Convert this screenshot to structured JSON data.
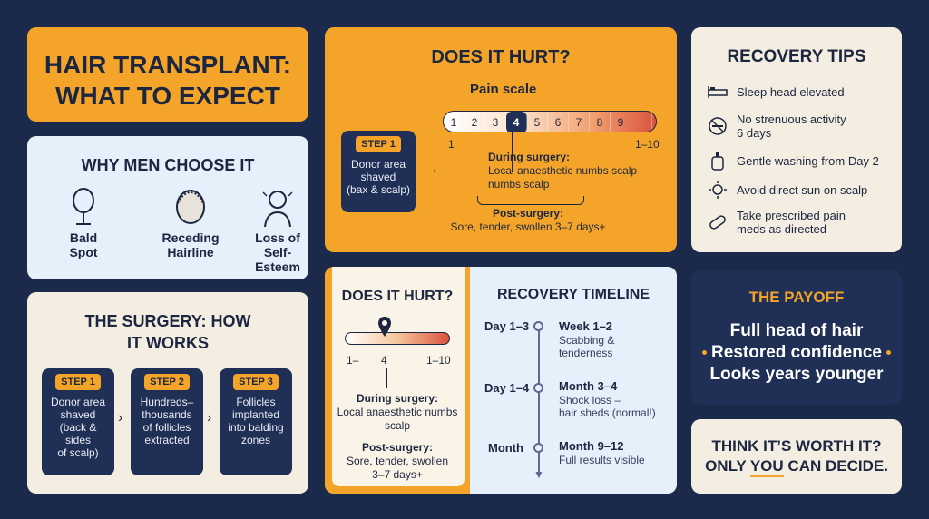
{
  "title_card": {
    "line1": "HAIR TRANSPLANT:",
    "line2": "WHAT TO EXPECT"
  },
  "why": {
    "title": "WHY MEN CHOOSE IT",
    "items": [
      {
        "icon": "mirror-icon",
        "label1": "Bald",
        "label2": "Spot"
      },
      {
        "icon": "receding-hairline-icon",
        "label1": "Receding",
        "label2": "Hairline"
      },
      {
        "icon": "stressed-man-icon",
        "label1": "Loss of",
        "label2": "Self-Esteem"
      }
    ]
  },
  "surgery": {
    "title1": "THE SURGERY: HOW",
    "title2": "IT WORKS",
    "steps": [
      {
        "tag": "STEP 1",
        "l1": "Donor area",
        "l2": "shaved",
        "l3": "(back & sides",
        "l4": "of scalp)"
      },
      {
        "tag": "STEP 2",
        "l1": "Hundreds–",
        "l2": "thousands",
        "l3": "of follicles",
        "l4": "extracted"
      },
      {
        "tag": "STEP 3",
        "l1": "Follicles",
        "l2": "implanted",
        "l3": "into balding",
        "l4": "zones"
      }
    ]
  },
  "hurt_top": {
    "title": "DOES IT HURT?",
    "scale_label": "Pain scale",
    "scale": [
      "1",
      "2",
      "3",
      "4",
      "5",
      "6",
      "7",
      "8",
      "9",
      ""
    ],
    "selected": 4,
    "min_label": "1",
    "max_label": "1–10",
    "step_tag": "STEP 1",
    "step_l1": "Donor area",
    "step_l2": "shaved",
    "step_l3": "(bax & scalp)",
    "during_title": "During surgery:",
    "during_l1": "Local anaesthetic numbs scalp",
    "during_l2": "numbs scalp",
    "post_title": "Post-surgery:",
    "post_text": "Sore, tender, swollen 3–7 days+"
  },
  "tips": {
    "title": "RECOVERY TIPS",
    "items": [
      {
        "icon": "bed-icon",
        "l1": "Sleep head elevated",
        "l2": ""
      },
      {
        "icon": "no-weights-icon",
        "l1": "No strenuous activity",
        "l2": "6 days"
      },
      {
        "icon": "shampoo-icon",
        "l1": "Gentle washing from Day 2",
        "l2": ""
      },
      {
        "icon": "sun-icon",
        "l1": "Avoid direct sun on scalp",
        "l2": ""
      },
      {
        "icon": "pill-icon",
        "l1": "Take prescribed pain",
        "l2": "meds as directed"
      }
    ]
  },
  "hurt_bottom": {
    "title": "DOES IT HURT?",
    "left_label": "1–",
    "mid_label": "4",
    "right_label": "1–10",
    "during_title": "During surgery:",
    "during_l1": "Local anaesthetic numbs",
    "during_l2": "scalp",
    "post_title": "Post-surgery:",
    "post_l1": "Sore, tender, swollen",
    "post_l2": "3–7 days+"
  },
  "timeline": {
    "title": "RECOVERY TIMELINE",
    "rows": [
      {
        "day": "Day 1–3",
        "head": "Week 1–2",
        "s1": "Scabbing &",
        "s2": "tenderness"
      },
      {
        "day": "Day 1–4",
        "head": "Month 3–4",
        "s1": "Shock loss –",
        "s2": "hair sheds (normal!)"
      },
      {
        "day": "Month",
        "head": "Month 9–12",
        "s1": "Full results visible",
        "s2": ""
      }
    ]
  },
  "payoff": {
    "title": "THE PAYOFF",
    "l1": "Full head of hair",
    "l2": "Restored confidence",
    "l3": "Looks years younger"
  },
  "cta": {
    "l1": "THINK IT’S WORTH IT?",
    "l2a": "ONLY ",
    "l2b": "YOU",
    "l2c": " CAN DECIDE."
  },
  "colors": {
    "orange": "#f4a529",
    "navy": "#1f2f55",
    "cream": "#f3ede2",
    "light_blue": "#e6f0fb"
  }
}
